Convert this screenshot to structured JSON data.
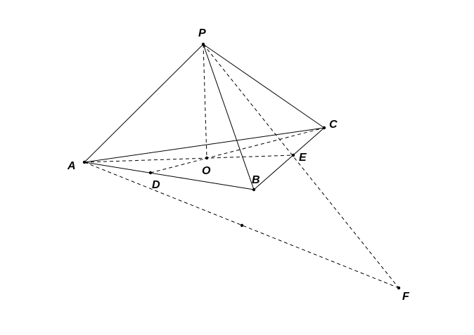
{
  "labels": {
    "P": "P",
    "A": "A",
    "B": "B",
    "C": "C",
    "D": "D",
    "E": "E",
    "F": "F",
    "O": "O"
  },
  "colors": {
    "stroke": "#000000",
    "background": "#ffffff"
  }
}
